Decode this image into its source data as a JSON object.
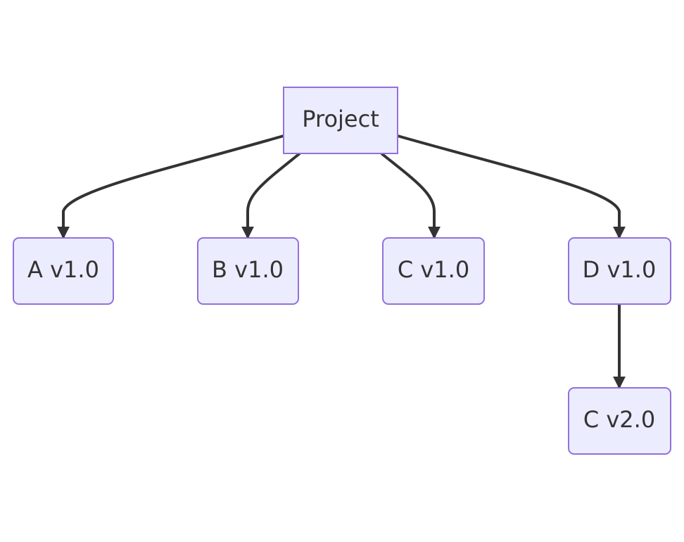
{
  "diagram": {
    "type": "flowchart",
    "colors": {
      "node_fill": "#ECECFF",
      "node_stroke": "#9370DB",
      "edge": "#333333",
      "text": "#333333"
    },
    "nodes": [
      {
        "id": "project",
        "label": "Project",
        "shape": "rect"
      },
      {
        "id": "a",
        "label": "A v1.0",
        "shape": "rounded"
      },
      {
        "id": "b",
        "label": "B v1.0",
        "shape": "rounded"
      },
      {
        "id": "c1",
        "label": "C v1.0",
        "shape": "rounded"
      },
      {
        "id": "d",
        "label": "D v1.0",
        "shape": "rounded"
      },
      {
        "id": "c2",
        "label": "C v2.0",
        "shape": "rounded"
      }
    ],
    "edges": [
      {
        "from": "project",
        "to": "a"
      },
      {
        "from": "project",
        "to": "b"
      },
      {
        "from": "project",
        "to": "c1"
      },
      {
        "from": "project",
        "to": "d"
      },
      {
        "from": "d",
        "to": "c2"
      }
    ]
  }
}
